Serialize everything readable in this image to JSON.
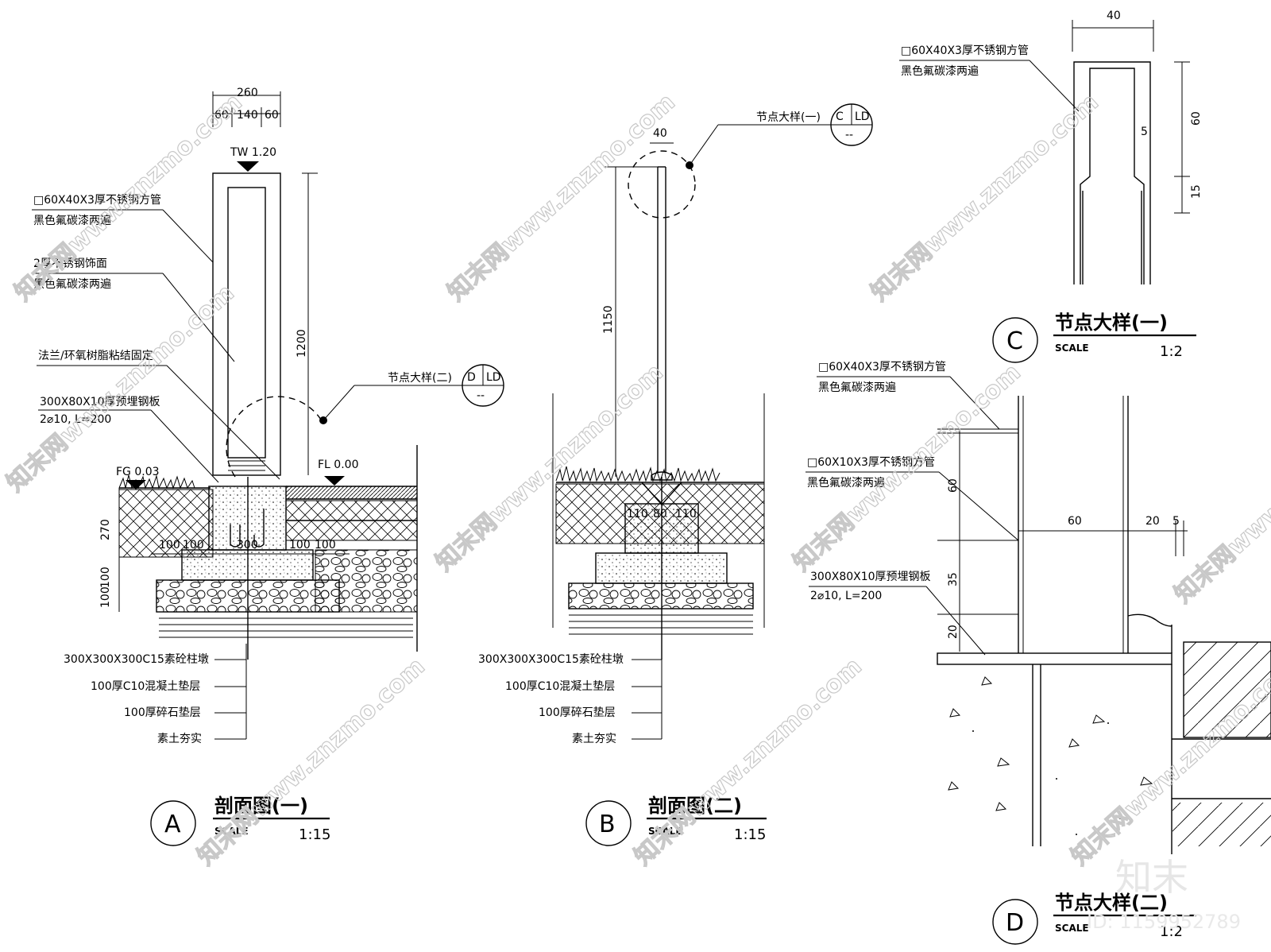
{
  "section_a": {
    "dims": {
      "total": "260",
      "left": "60",
      "mid": "140",
      "right": "60",
      "height": "1200",
      "d270": "270",
      "d100a": "100",
      "d100b": "100",
      "d100c": "100",
      "d100d": "100",
      "d300": "300",
      "d100e": "100",
      "d100f": "100"
    },
    "tw": "TW 1.20",
    "fg": "FG 0.03",
    "fl": "FL 0.00",
    "notes": [
      {
        "line1": "□60X40X3厚不锈钢方管",
        "line2": "黑色氟碳漆两遍"
      },
      {
        "line1": "2厚不锈钢饰面",
        "line2": "黑色氟碳漆两遍"
      },
      {
        "line1": "法兰/环氧树脂粘结固定",
        "line2": ""
      },
      {
        "line1": "300X80X10厚预埋钢板",
        "line2": "2⌀10, L=200"
      }
    ],
    "callout": "节点大样(二)",
    "callout_top": "D",
    "callout_right": "LD",
    "callout_bottom": "--",
    "layers": [
      "300X300X300C15素砼柱墩",
      "100厚C10混凝土垫层",
      "100厚碎石垫层",
      "素土夯实"
    ],
    "label": "A",
    "title": "剖面图(一)",
    "scale_word": "SCALE",
    "scale": "1:15"
  },
  "section_b": {
    "dims": {
      "top": "40",
      "height": "1150",
      "a": "110",
      "b": "80",
      "c": "110"
    },
    "callout": "节点大样(一)",
    "callout_top": "C",
    "callout_right": "LD",
    "callout_bottom": "--",
    "layers": [
      "300X300X300C15素砼柱墩",
      "100厚C10混凝土垫层",
      "100厚碎石垫层",
      "素土夯实"
    ],
    "label": "B",
    "title": "剖面图(二)",
    "scale_word": "SCALE",
    "scale": "1:15"
  },
  "detail_c": {
    "dims": {
      "width": "40",
      "h60": "60",
      "h15": "15",
      "t5": "5"
    },
    "note_line1": "□60X40X3厚不锈钢方管",
    "note_line2": "黑色氟碳漆两遍",
    "label": "C",
    "title": "节点大样(一)",
    "scale_word": "SCALE",
    "scale": "1:2"
  },
  "detail_d": {
    "dims": {
      "v60": "60",
      "v35": "35",
      "v20": "20",
      "h60": "60",
      "h20": "20",
      "h5": "5"
    },
    "notes": [
      {
        "line1": "□60X40X3厚不锈钢方管",
        "line2": "黑色氟碳漆两遍"
      },
      {
        "line1": "□60X10X3厚不锈钢方管",
        "line2": "黑色氟碳漆两遍"
      },
      {
        "line1": "300X80X10厚预埋钢板",
        "line2": "2⌀10, L=200"
      }
    ],
    "label": "D",
    "title": "节点大样(二)",
    "scale_word": "SCALE",
    "scale": "1:2"
  },
  "watermark": "知末网www.znzmo.com",
  "brand": "知末",
  "id": "ID: 1159952789"
}
